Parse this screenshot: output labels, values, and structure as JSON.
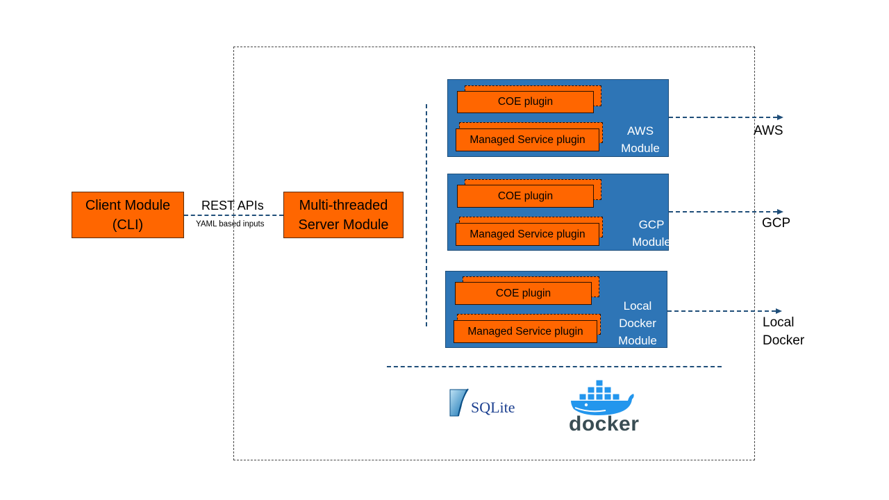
{
  "client": {
    "label": "Client Module\n(CLI)"
  },
  "server": {
    "label": "Multi-threaded\nServer Module"
  },
  "connection": {
    "label": "REST APIs",
    "sublabel": "YAML based inputs"
  },
  "plugins": {
    "coe": "COE plugin",
    "managed": "Managed Service plugin"
  },
  "modules": [
    {
      "label": "AWS\nModule",
      "target": "AWS"
    },
    {
      "label": "GCP\nModule",
      "target": "GCP"
    },
    {
      "label": "Local\nDocker\nModule",
      "target": "Local\nDocker"
    }
  ],
  "logos": {
    "sqlite": "SQLite",
    "docker": "docker"
  },
  "colors": {
    "module": "#2e75b6",
    "plugin": "#ff6600",
    "line": "#1f4e79"
  }
}
